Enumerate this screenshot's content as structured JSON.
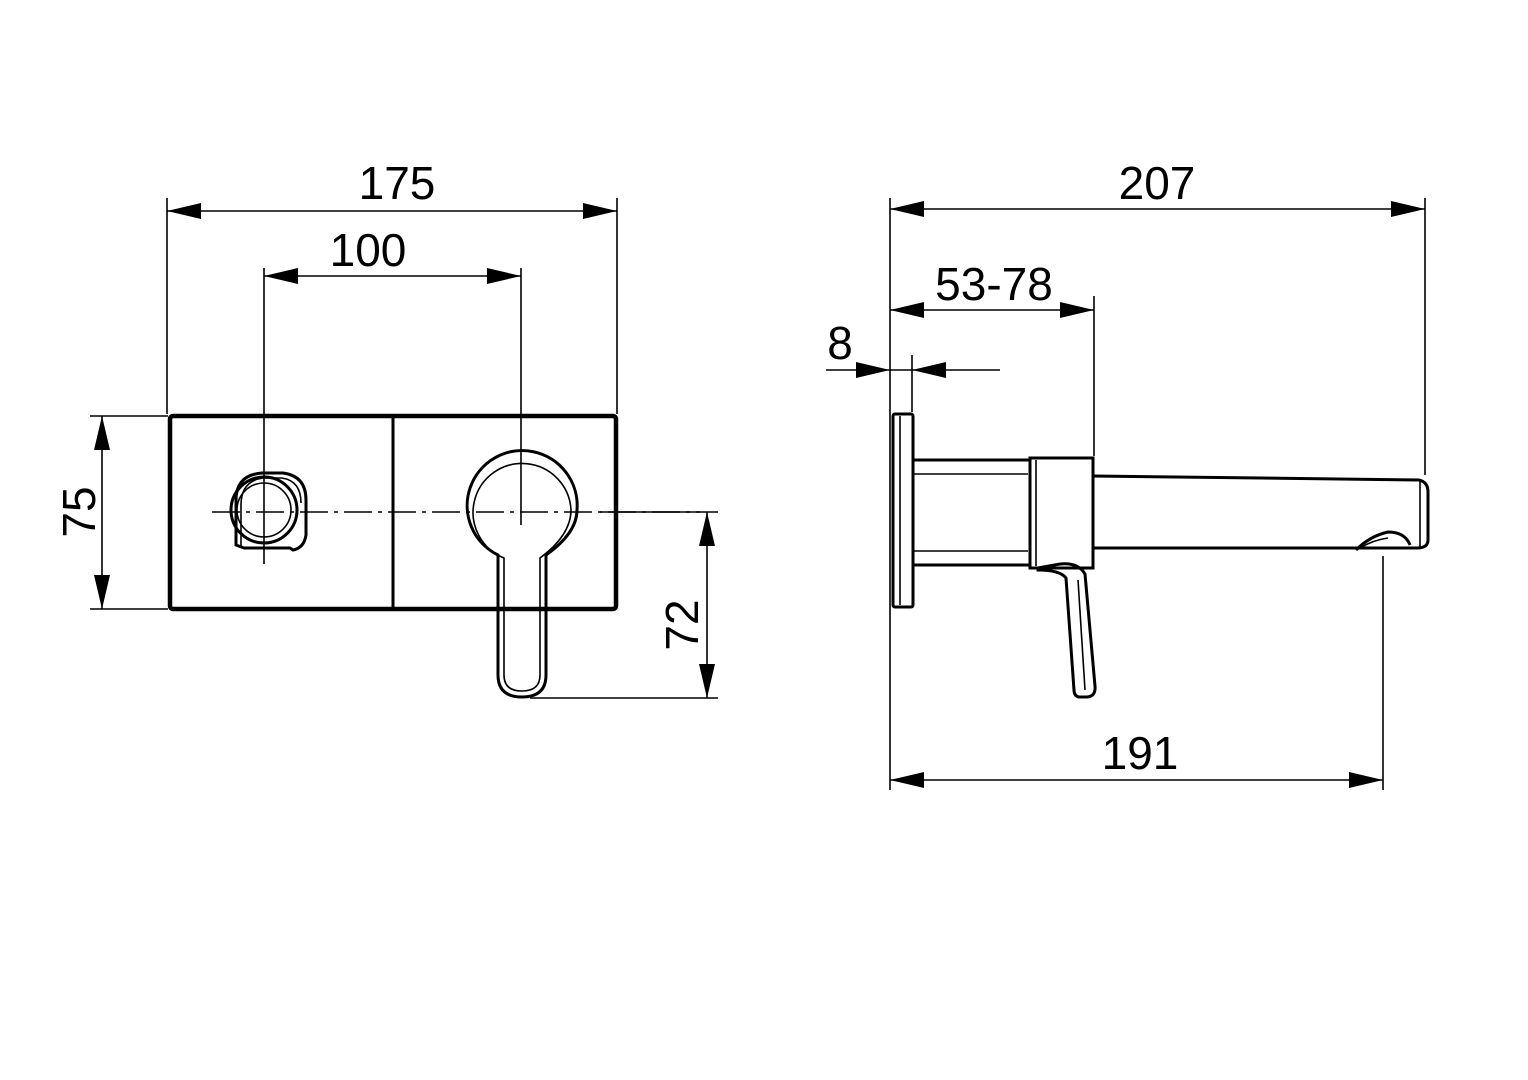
{
  "dimensions": {
    "front_overall_width": "175",
    "front_center_distance": "100",
    "front_plate_height": "75",
    "front_lever_drop": "72",
    "side_overall_depth": "207",
    "side_adjust_range": "53-78",
    "side_plate_thickness": "8",
    "side_spout_projection": "191"
  }
}
